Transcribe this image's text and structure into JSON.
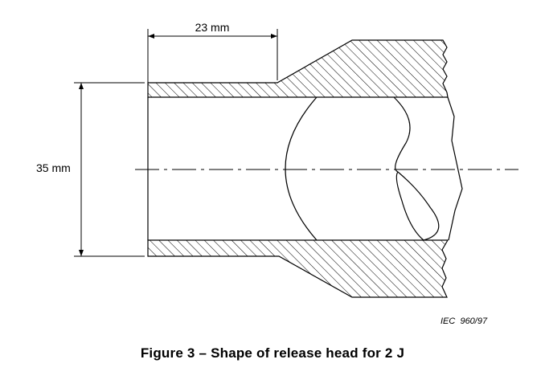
{
  "figure": {
    "dimension_width": "23 mm",
    "dimension_height": "35 mm",
    "reference": "IEC  960/97",
    "caption": "Figure 3 – Shape of release head for 2 J"
  }
}
